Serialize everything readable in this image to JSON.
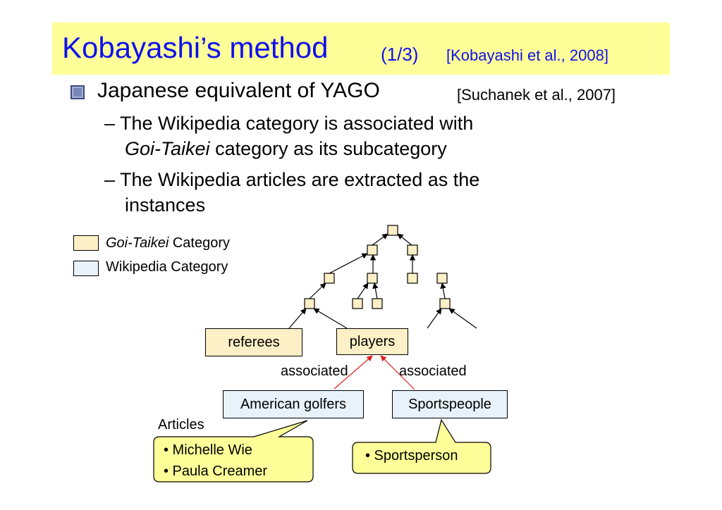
{
  "title": {
    "main": "Kobayashi’s method",
    "sub": "(1/3)",
    "ref": "[Kobayashi et al., 2008]"
  },
  "bullet": {
    "text": "Japanese equivalent of YAGO",
    "ref": "[Suchanek et al., 2007]"
  },
  "subpoints": {
    "p1_line1": "– The Wikipedia category is associated with",
    "p1_line2_em": "Goi-Taikei",
    "p1_line2_rest": " category as its subcategory",
    "p2_line1": "– The Wikipedia articles are extracted as the",
    "p2_line2": "instances"
  },
  "legend": {
    "goi_em": "Goi-Taikei",
    "goi_rest": " Category",
    "wiki": "Wikipedia Category"
  },
  "diagram": {
    "referees": "referees",
    "players": "players",
    "associated_left": "associated",
    "associated_right": "associated",
    "american_golfers": "American golfers",
    "sportspeople": "Sportspeople",
    "articles_label": "Articles",
    "callout_left": [
      "• Michelle Wie",
      "• Paula Creamer"
    ],
    "callout_right": [
      "• Sportsperson"
    ]
  },
  "colors": {
    "title_blue": "#1010ee",
    "title_bg": "#ffff99",
    "goi_fill": "#fdefc6",
    "wiki_fill": "#e8f2fb",
    "callout_fill": "#ffff99",
    "assoc_arrow": "#e02020"
  }
}
